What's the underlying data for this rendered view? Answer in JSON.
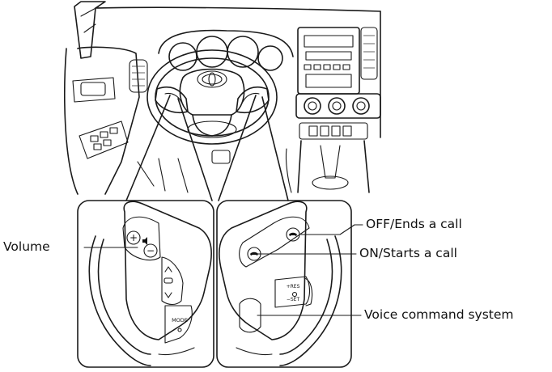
{
  "labels": {
    "volume": "Volume",
    "off_ends_call": "OFF/Ends a call",
    "on_starts_call": "ON/Starts a call",
    "voice_command": "Voice command system"
  },
  "switch_text": {
    "mode": "MODE",
    "res": "+RES",
    "set": "−SET"
  }
}
